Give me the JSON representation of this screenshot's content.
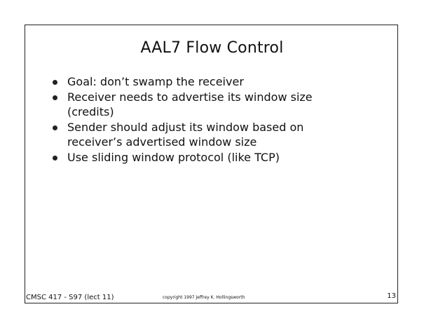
{
  "slide": {
    "title": "AAL7 Flow Control",
    "bullets": [
      "Goal: don’t swamp the receiver",
      "Receiver needs to advertise its window size (credits)",
      "Sender should adjust its window based on receiver’s advertised window size",
      "Use sliding window protocol (like TCP)"
    ]
  },
  "footer": {
    "left": "CMSC 417 - S97  (lect 11)",
    "center": "copyright 1997 Jeffrey K. Hollingsworth",
    "right": "13"
  }
}
